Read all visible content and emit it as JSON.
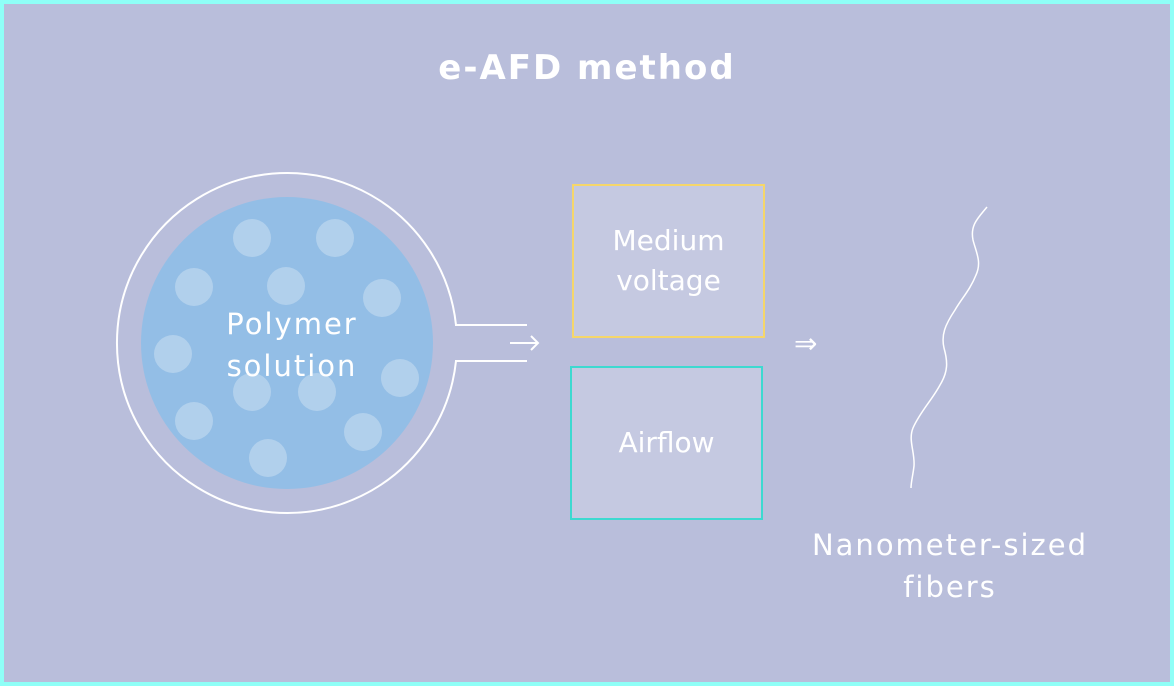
{
  "title": "e-AFD method",
  "source": {
    "label_line1": "Polymer",
    "label_line2": "solution"
  },
  "process": {
    "voltage_line1": "Medium",
    "voltage_line2": "voltage",
    "airflow": "Airflow"
  },
  "output": {
    "label_line1": "Nanometer-sized",
    "label_line2": "fibers"
  },
  "arrows": {
    "single": "→",
    "double": "⇒"
  },
  "colors": {
    "background": "#b9bedb",
    "frame_border": "#8ffff7",
    "solution_fill": "#93bee6",
    "particle_fill": "#b1d0ec",
    "box_fill": "#c5c9e1",
    "voltage_border": "#f5d66a",
    "airflow_border": "#3dd9d0",
    "line": "#ffffff"
  }
}
